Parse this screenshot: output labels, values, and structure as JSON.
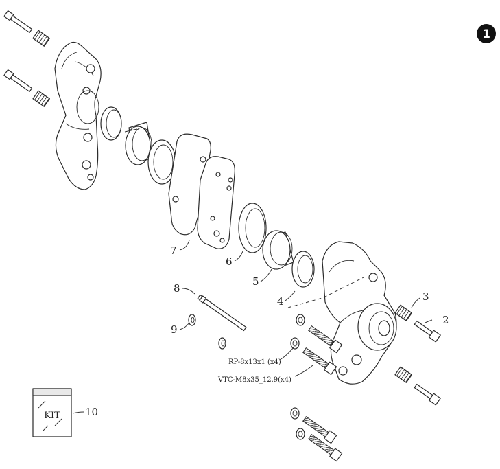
{
  "page_badge": "1",
  "callouts": {
    "c2": "2",
    "c3": "3",
    "c4": "4",
    "c5": "5",
    "c6": "6",
    "c7": "7",
    "c8": "8",
    "c9": "9",
    "c10": "10"
  },
  "part_labels": {
    "washer": "RP-8x13x1 (x4)",
    "screw": "VTC-M8x35_12.9(x4)"
  },
  "kit": {
    "text": "KIT"
  }
}
